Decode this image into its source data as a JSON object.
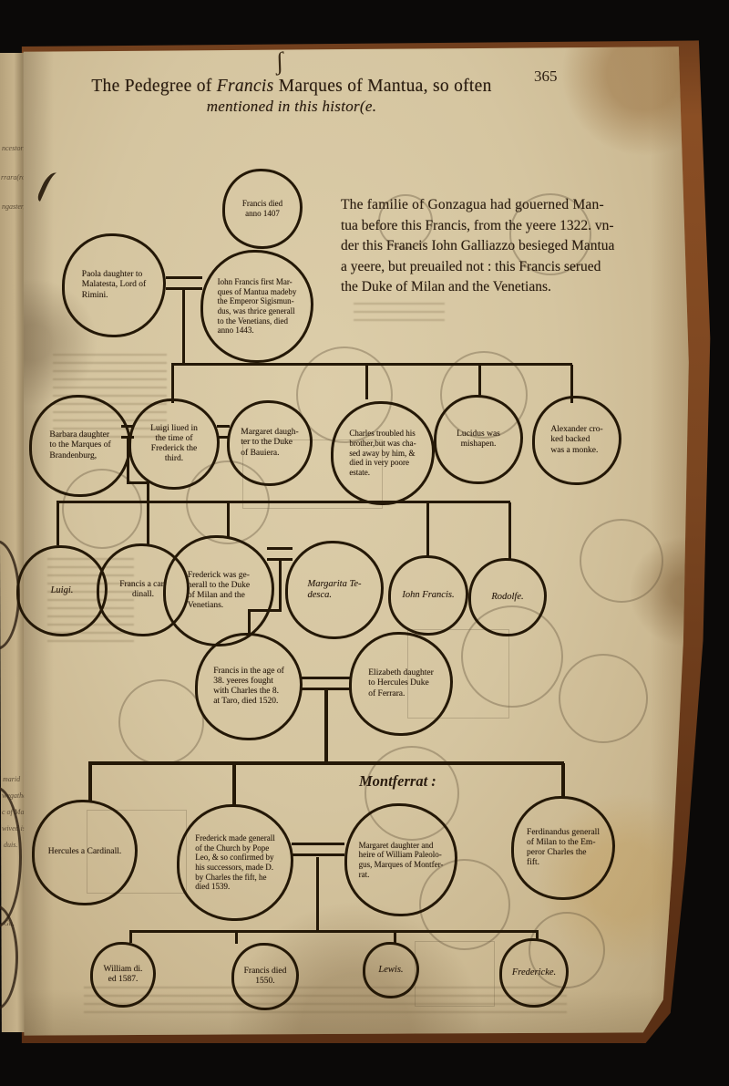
{
  "page": {
    "number": "365",
    "title": {
      "pre": "The Pedegree of ",
      "name": "Francis",
      "post": " Marques of Mantua, so often",
      "line2": "mentioned in this histor(e."
    },
    "intro_paragraph": [
      "The familie of Gonzagua had gouerned Man-",
      "tua before this Francis, from the yeere 1322. vn-",
      "der this Francis Iohn Galliazzo besieged Mantua",
      "a yeere, but preuailed not : this Francis serued",
      "the Duke of Milan and the Venetians."
    ],
    "section_label": "Montferrat :",
    "ink_mark": "ʃ"
  },
  "tree": {
    "nodes": [
      {
        "id": "francis-1407",
        "lines": [
          "Francis died",
          "anno 1407"
        ]
      },
      {
        "id": "paola",
        "lines": [
          "Paola daughter to",
          "Malatesta, Lord of",
          "Rimini."
        ]
      },
      {
        "id": "john-francis-first",
        "lines": [
          "Iohn Francis first Mar-",
          "ques of Mantua madeby",
          "the Emperor Sigismun-",
          "dus, was thrice generall",
          "to the Venetians, died",
          "anno 1443."
        ]
      },
      {
        "id": "barbara",
        "lines": [
          "Barbara daughter",
          "to the Marques of",
          "Brandenburg,"
        ]
      },
      {
        "id": "luigi-elder",
        "lines": [
          "Luigi liued in",
          "the time of",
          "Frederick the",
          "third."
        ]
      },
      {
        "id": "margaret-bauiera",
        "lines": [
          "Margaret daugh-",
          "ter to the Duke",
          "of Bauiera."
        ]
      },
      {
        "id": "charles",
        "lines": [
          "Charles troubled his",
          "brother,but was cha-",
          "sed away by him, &",
          "died in very poore",
          "estate."
        ]
      },
      {
        "id": "lucidus",
        "lines": [
          "Lucidus was",
          "mishapen."
        ]
      },
      {
        "id": "alexander",
        "lines": [
          "Alexander cro-",
          "ked backed",
          "was a monke."
        ]
      },
      {
        "id": "luigi-younger",
        "lines": [
          "Luigi."
        ]
      },
      {
        "id": "francis-cardinall",
        "lines": [
          "Francis a car-",
          "dinall."
        ]
      },
      {
        "id": "frederick-duke",
        "lines": [
          "Frederick was ge-",
          "nerall to the Duke",
          "of Milan and the",
          "Venetians."
        ]
      },
      {
        "id": "margarita-tedesca",
        "lines": [
          "Margarita Te-",
          "desca."
        ]
      },
      {
        "id": "john-francis",
        "lines": [
          "Iohn Francis."
        ]
      },
      {
        "id": "rodolfe",
        "lines": [
          "Rodolfe."
        ]
      },
      {
        "id": "francis-taro",
        "lines": [
          "Francis in the age of",
          "38. yeeres fought",
          "with Charles the 8.",
          "at Taro, died 1520."
        ]
      },
      {
        "id": "elizabeth",
        "lines": [
          "Elizabeth daughter",
          "to Hercules Duke",
          "of Ferrara."
        ]
      },
      {
        "id": "hercules-cardinall",
        "lines": [
          "Hercules a Cardinall."
        ]
      },
      {
        "id": "frederick-generall",
        "lines": [
          "Frederick made generall",
          "of the Church by Pope",
          "Leo, & so confirmed by",
          "his successors, made D.",
          "by Charles the fift, he",
          "died 1539."
        ]
      },
      {
        "id": "margaret-montferrat",
        "lines": [
          "Margaret daughter and",
          "heire of William Paleolo-",
          "gus, Marques of Montfer-",
          "rat."
        ]
      },
      {
        "id": "ferdinandus",
        "lines": [
          "Ferdinandus generall",
          "of Milan to the Em-",
          "peror Charles the",
          "fift."
        ]
      },
      {
        "id": "william",
        "lines": [
          "William di.",
          "ed 1587."
        ]
      },
      {
        "id": "francis-1550",
        "lines": [
          "Francis died",
          "1550."
        ]
      },
      {
        "id": "lewis",
        "lines": [
          "Lewis."
        ]
      },
      {
        "id": "fredericke",
        "lines": [
          "Fredericke."
        ]
      }
    ]
  },
  "edge_fragments": [
    "ncestors",
    "rrara(ro",
    "ngaster,",
    "marid",
    "wegathe",
    "c of Mas",
    "wived is",
    "duis.",
    "Gu,"
  ],
  "colors": {
    "ink": "#241807",
    "paper": "#d5c5a0",
    "background": "#0b0908",
    "fore_edge_brown": "#7a451f"
  }
}
